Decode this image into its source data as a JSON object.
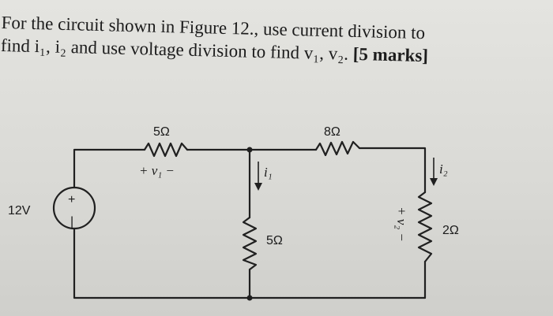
{
  "problem": {
    "line1": "For the circuit shown in Figure 12., use current division to",
    "line2": "find i₁, i₂ and use voltage division to find v₁, v₂.",
    "marks": "[5 marks]"
  },
  "circuit": {
    "source_label": "12V",
    "source_plus": "+",
    "source_minus": "|",
    "r_series_label": "5Ω",
    "v1_label": "+ v₁ −",
    "r_shunt_label": "5Ω",
    "i1_label": "i₁",
    "r_top_right_label": "8Ω",
    "i2_label": "i₂",
    "r_right_label": "2Ω",
    "v2_label": "+ v₂ −"
  },
  "colors": {
    "ink": "#202020",
    "paper": "#dcdcd8"
  }
}
